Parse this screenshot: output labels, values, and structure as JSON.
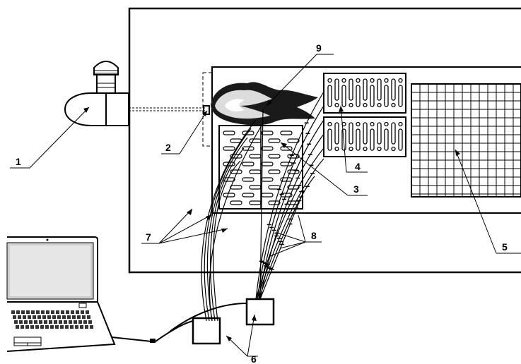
{
  "labels": {
    "l1": "1",
    "l2": "2",
    "l3": "3",
    "l4": "4",
    "l5": "5",
    "l6": "6",
    "l7": "7",
    "l8": "8",
    "l9": "9"
  },
  "icons": {
    "fan": "fan-blower-icon",
    "laptop": "laptop-icon",
    "flame": "flame-icon"
  }
}
